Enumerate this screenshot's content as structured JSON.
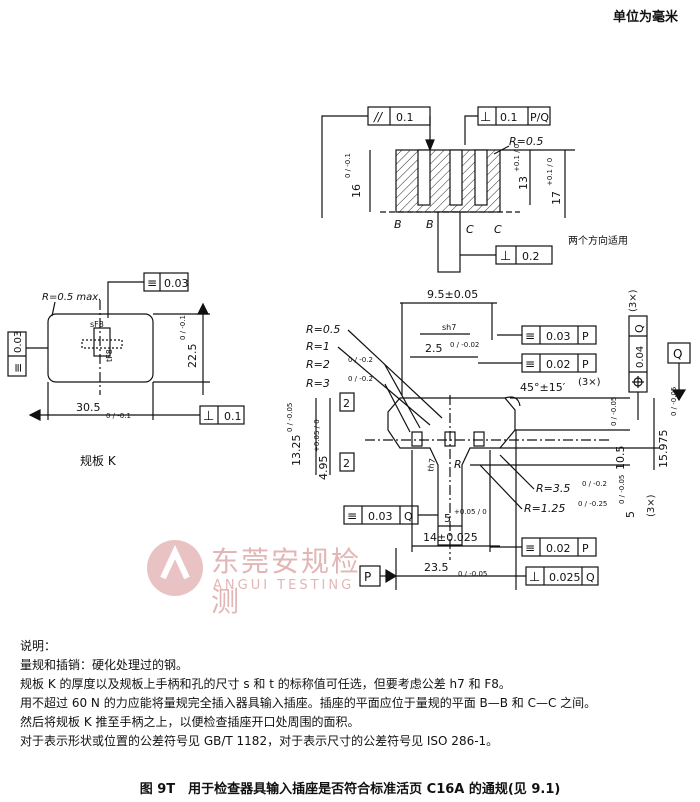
{
  "unit_note": "单位为毫米",
  "top_view": {
    "fcf_parallel": "0.1",
    "fcf_perp": "0.1",
    "fcf_perp_datum": "P/Q",
    "radius": "R=0.5",
    "dim_16": "16",
    "dim_16_tol": "0 / -0.1",
    "dim_13": "13",
    "dim_13_tol": "+0.1 / 0",
    "dim_17": "17",
    "dim_17_tol": "+0.1 / 0",
    "sec_b1": "B",
    "sec_b2": "B",
    "sec_c1": "C",
    "sec_c2": "C",
    "fcf_bottom": "0.2",
    "note_two_dir": "两个方向适用"
  },
  "plate_k": {
    "radius": "R=0.5 max.",
    "fcf_sym_top": "0.03",
    "fcf_sym_left": "0.03",
    "s_label": "sF8",
    "t_label": "tF8",
    "dim_225": "22.5",
    "dim_225_tol": "0 / -0.1",
    "dim_305": "30.5",
    "dim_305_tol": "0 / -0.1",
    "fcf_perp": "0.1",
    "title": "规板 K"
  },
  "main_view": {
    "dim_95": "9.5±0.05",
    "s_h7": "sh7",
    "r05": "R=0.5",
    "r1": "R=1",
    "r2": "R=2",
    "r2_tol": "0 / -0.2",
    "r3": "R=3",
    "r3_tol": "0 / -0.2",
    "dim_25": "2.5",
    "dim_25_tol": "0 / -0.02",
    "fcf_sym_p": "0.03",
    "fcf_sym_p_datum": "P",
    "fcf_sym_p2": "0.02",
    "fcf_sym_p2_datum": "P",
    "x3a": "(3×)",
    "angle": "45°±15′",
    "fcf_vert_val": "0.04",
    "fcf_vert_datum": "Q",
    "x3b": "(3×)",
    "datum_q": "Q",
    "box2a": "2",
    "box2b": "2",
    "dim_1325": "13.25",
    "dim_1325_tol": "0 / -0.05",
    "dim_495": "4.95",
    "dim_495_tol": "+0.05 / 0",
    "t_h7": "th7",
    "r_lbl": "R",
    "dim_105": "10.5",
    "dim_105_tol": "0 / -0.05",
    "dim_15975": "15.975",
    "dim_15975_tol": "0 / -0.05",
    "dim_5": "5",
    "dim_5_tol": "0 / -0.05",
    "x3c": "(3×)",
    "r35": "R=3.5",
    "r35_tol": "0 / -0.2",
    "r125": "R=1.25",
    "r125_tol": "0 / -0.25",
    "fcf_sym_q": "0.03",
    "fcf_sym_q_datum": "Q",
    "dim_5b": "5",
    "dim_5b_tol": "+0.05 / 0",
    "dim_14": "14±0.025",
    "fcf_sym_p3": "0.02",
    "fcf_sym_p3_datum": "P",
    "datum_p": "P",
    "dim_235": "23.5",
    "dim_235_tol": "0 / -0.05",
    "fcf_perp_q": "0.025",
    "fcf_perp_q_datum": "Q"
  },
  "watermark": {
    "cn": "东莞安规检测",
    "en": "ANGUI TESTING"
  },
  "notes": {
    "heading": "说明：",
    "line1": "量规和插销：硬化处理过的钢。",
    "line2": "规板 K 的厚度以及规板上手柄和孔的尺寸 s 和 t 的标称值可任选，但要考虑公差 h7 和 F8。",
    "line3": "用不超过 60 N 的力应能将量规完全插入器具输入插座。插座的平面应位于量规的平面 B—B 和 C—C 之间。",
    "line4": "然后将规板 K 推至手柄之上，以便检查插座开口处周围的面积。",
    "line5": "对于表示形状或位置的公差符号见 GB/T 1182，对于表示尺寸的公差符号见 ISO 286-1。"
  },
  "caption": "图 9T　用于检查器具输入插座是否符合标准活页 C16A 的通规(见 9.1)"
}
